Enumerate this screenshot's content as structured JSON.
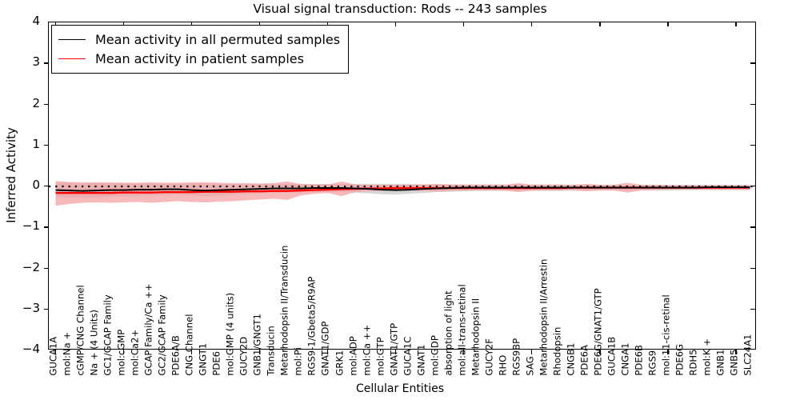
{
  "chart_data": {
    "type": "line",
    "title": "Visual signal transduction: Rods -- 243 samples",
    "xlabel": "Cellular Entities",
    "ylabel": "Inferred Activity",
    "ylim": [
      -4,
      4
    ],
    "yticks": [
      4,
      3,
      2,
      1,
      0,
      -1,
      -2,
      -3,
      -4
    ],
    "ytick_labels": [
      "4",
      "3",
      "2",
      "1",
      "0",
      "−1",
      "−2",
      "−3",
      "−4"
    ],
    "grid": false,
    "legend_position": "upper left",
    "legend": [
      {
        "label": "Mean activity in all permuted samples",
        "color": "#000000"
      },
      {
        "label": "Mean activity in patient samples",
        "color": "#ff0000"
      }
    ],
    "categories": [
      "GUCA1A",
      "mol:Na +",
      "cGMP/CNG Channel",
      "Na + (4 Units)",
      "GC1/GCAP Family",
      "mol:cGMP",
      "mol:Ca2+",
      "GCAP Family/Ca ++",
      "GC2/GCAP Family",
      "PDE6A/B",
      "CNG Channel",
      "GNGT1",
      "PDE6",
      "mol:GMP (4 units)",
      "GUCY2D",
      "GNB1/GNGT1",
      "Transducin",
      "Metarhodopsin II/Transducin",
      "mol:Pi",
      "RGS9-1/Gbeta5/R9AP",
      "GNAT1/GDP",
      "GRK1",
      "mol:ADP",
      "mol:Ca ++",
      "mol:GTP",
      "GNAT1/GTP",
      "GUCA1C",
      "GNAT1",
      "mol:GDP",
      "absorption of light",
      "mol:all-trans-retinal",
      "Metarhodopsin II",
      "GUCY2F",
      "RHO",
      "RGS9BP",
      "SAG",
      "Metarhodopsin II/Arrestin",
      "Rhodopsin",
      "CNGB1",
      "PDE6A",
      "PDE6G/GNAT1/GTP",
      "GUCA1B",
      "CNGA1",
      "PDE6B",
      "RGS9",
      "mol:11-cis-retinal",
      "PDE6G",
      "RDH5",
      "mol:K +",
      "GNB1",
      "GNB5",
      "SLC24A1"
    ],
    "series": [
      {
        "name": "Mean activity in all permuted samples",
        "color": "#000000",
        "values": [
          -0.09,
          -0.1,
          -0.11,
          -0.1,
          -0.09,
          -0.09,
          -0.08,
          -0.08,
          -0.07,
          -0.07,
          -0.09,
          -0.1,
          -0.09,
          -0.08,
          -0.07,
          -0.06,
          -0.05,
          -0.05,
          -0.05,
          -0.04,
          -0.04,
          -0.04,
          -0.05,
          -0.06,
          -0.08,
          -0.09,
          -0.08,
          -0.06,
          -0.05,
          -0.04,
          -0.03,
          -0.03,
          -0.03,
          -0.03,
          -0.03,
          -0.03,
          -0.03,
          -0.03,
          -0.03,
          -0.03,
          -0.03,
          -0.03,
          -0.03,
          -0.03,
          -0.03,
          -0.03,
          -0.03,
          -0.03,
          -0.02,
          -0.02,
          -0.02,
          -0.02
        ],
        "band_upper": [
          0.09,
          0.08,
          0.07,
          0.08,
          0.07,
          0.08,
          0.07,
          0.07,
          0.06,
          0.06,
          0.07,
          0.07,
          0.06,
          0.06,
          0.06,
          0.06,
          0.06,
          0.06,
          0.06,
          0.06,
          0.06,
          0.06,
          0.06,
          0.06,
          0.06,
          0.06,
          0.06,
          0.05,
          0.05,
          0.05,
          0.05,
          0.05,
          0.05,
          0.05,
          0.05,
          0.05,
          0.05,
          0.05,
          0.04,
          0.04,
          0.04,
          0.04,
          0.04,
          0.04,
          0.04,
          0.04,
          0.04,
          0.04,
          0.04,
          0.04,
          0.04,
          0.04
        ],
        "band_lower": [
          -0.26,
          -0.27,
          -0.27,
          -0.27,
          -0.25,
          -0.24,
          -0.23,
          -0.22,
          -0.21,
          -0.2,
          -0.22,
          -0.24,
          -0.22,
          -0.2,
          -0.18,
          -0.17,
          -0.16,
          -0.15,
          -0.15,
          -0.14,
          -0.14,
          -0.14,
          -0.15,
          -0.17,
          -0.19,
          -0.2,
          -0.18,
          -0.16,
          -0.14,
          -0.13,
          -0.12,
          -0.11,
          -0.11,
          -0.11,
          -0.11,
          -0.11,
          -0.11,
          -0.11,
          -0.1,
          -0.1,
          -0.1,
          -0.1,
          -0.1,
          -0.1,
          -0.1,
          -0.1,
          -0.09,
          -0.09,
          -0.09,
          -0.09,
          -0.09,
          -0.09
        ],
        "band_color": "#c8c8c8"
      },
      {
        "name": "Mean activity in patient samples",
        "color": "#ff0000",
        "values": [
          -0.16,
          -0.16,
          -0.16,
          -0.16,
          -0.16,
          -0.15,
          -0.15,
          -0.15,
          -0.14,
          -0.14,
          -0.14,
          -0.13,
          -0.13,
          -0.13,
          -0.12,
          -0.12,
          -0.11,
          -0.11,
          -0.1,
          -0.09,
          -0.08,
          -0.07,
          -0.06,
          -0.05,
          -0.05,
          -0.04,
          -0.04,
          -0.04,
          -0.04,
          -0.04,
          -0.04,
          -0.04,
          -0.04,
          -0.04,
          -0.04,
          -0.04,
          -0.04,
          -0.04,
          -0.03,
          -0.03,
          -0.03,
          -0.03,
          -0.03,
          -0.03,
          -0.03,
          -0.03,
          -0.03,
          -0.03,
          -0.03,
          -0.03,
          -0.03,
          -0.03
        ],
        "band_upper": [
          0.13,
          0.11,
          0.1,
          0.1,
          0.1,
          0.09,
          0.09,
          0.1,
          0.09,
          0.09,
          0.1,
          0.1,
          0.09,
          0.08,
          0.08,
          0.07,
          0.08,
          0.12,
          0.06,
          0.05,
          0.05,
          0.12,
          0.05,
          0.04,
          0.04,
          0.04,
          0.04,
          0.05,
          0.06,
          0.05,
          0.04,
          0.04,
          0.04,
          0.04,
          0.08,
          0.04,
          0.04,
          0.04,
          0.04,
          0.06,
          0.04,
          0.04,
          0.09,
          0.04,
          0.04,
          0.03,
          0.03,
          0.03,
          0.03,
          0.03,
          0.03,
          0.03
        ],
        "band_lower": [
          -0.47,
          -0.43,
          -0.4,
          -0.39,
          -0.4,
          -0.39,
          -0.38,
          -0.4,
          -0.38,
          -0.36,
          -0.38,
          -0.39,
          -0.37,
          -0.36,
          -0.34,
          -0.32,
          -0.3,
          -0.33,
          -0.22,
          -0.18,
          -0.16,
          -0.24,
          -0.14,
          -0.12,
          -0.11,
          -0.1,
          -0.1,
          -0.11,
          -0.13,
          -0.11,
          -0.1,
          -0.1,
          -0.1,
          -0.1,
          -0.14,
          -0.1,
          -0.1,
          -0.1,
          -0.1,
          -0.12,
          -0.1,
          -0.1,
          -0.15,
          -0.1,
          -0.09,
          -0.08,
          -0.08,
          -0.08,
          -0.08,
          -0.08,
          -0.08,
          -0.08
        ],
        "band_color": "#f4a0a0"
      }
    ],
    "zero_reference_line": {
      "value": 0,
      "style": "dotted",
      "color": "#000000"
    }
  },
  "axis": {
    "ytick_labels": [
      "4",
      "3",
      "2",
      "1",
      "0",
      "−1",
      "−2",
      "−3",
      "−4"
    ],
    "ylabel": "Inferred Activity",
    "xlabel": "Cellular Entities"
  }
}
